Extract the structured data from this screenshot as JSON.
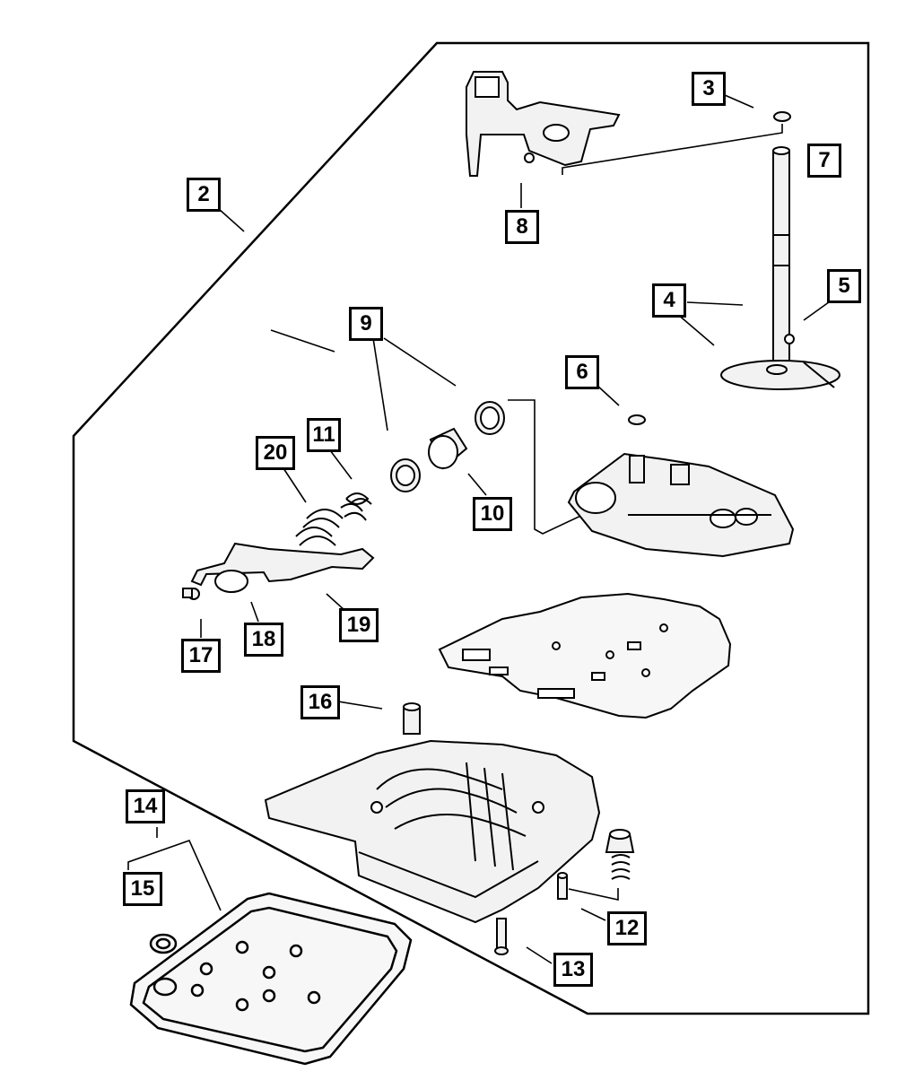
{
  "callouts": [
    {
      "id": "2",
      "label": "2"
    },
    {
      "id": "3",
      "label": "3"
    },
    {
      "id": "4",
      "label": "4"
    },
    {
      "id": "5",
      "label": "5"
    },
    {
      "id": "6",
      "label": "6"
    },
    {
      "id": "7",
      "label": "7"
    },
    {
      "id": "8",
      "label": "8"
    },
    {
      "id": "9",
      "label": "9"
    },
    {
      "id": "10",
      "label": "10"
    },
    {
      "id": "11",
      "label": "11"
    },
    {
      "id": "12",
      "label": "12"
    },
    {
      "id": "13",
      "label": "13"
    },
    {
      "id": "14",
      "label": "14"
    },
    {
      "id": "15",
      "label": "15"
    },
    {
      "id": "16",
      "label": "16"
    },
    {
      "id": "17",
      "label": "17"
    },
    {
      "id": "18",
      "label": "18"
    },
    {
      "id": "19",
      "label": "19"
    },
    {
      "id": "20",
      "label": "20"
    }
  ],
  "colors": {
    "line": "#000000",
    "background": "#ffffff",
    "part_fill": "#f2f2f2"
  }
}
